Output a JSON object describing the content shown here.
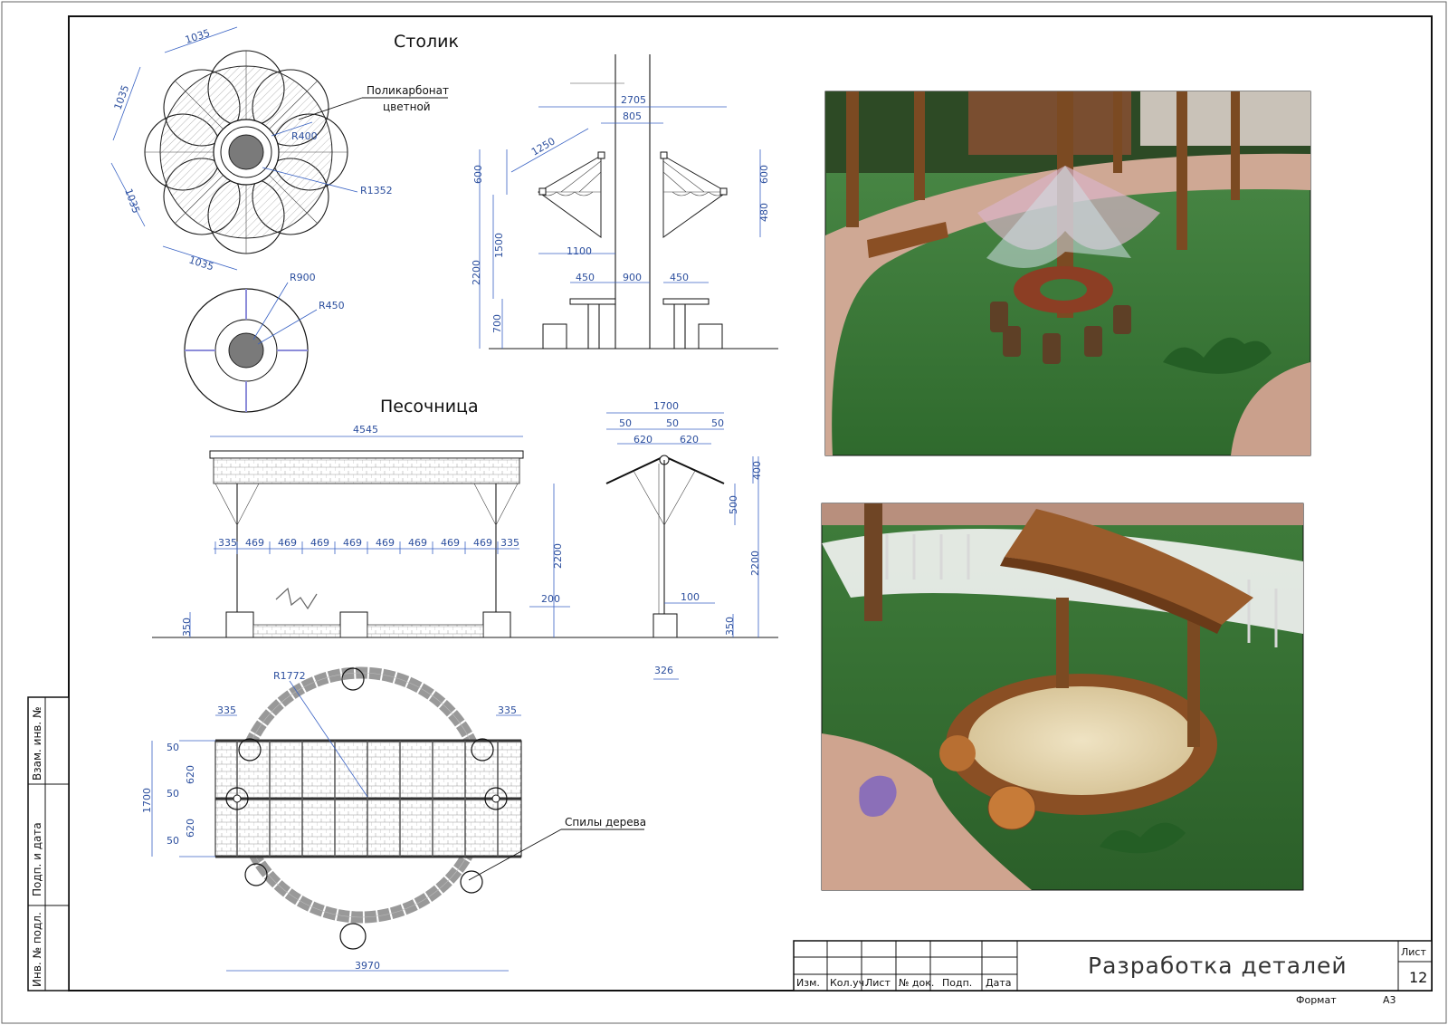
{
  "drawing": {
    "title_table": "Столик",
    "title_sandbox": "Песочница",
    "leader_polycarbonate_line1": "Поликарбонат",
    "leader_polycarbonate_line2": "цветной",
    "leader_wood": "Спилы дерева",
    "table_plan_dims": {
      "d1": "1035",
      "d2": "1035",
      "d3": "1035",
      "d4": "1035",
      "r400": "R400",
      "r1352": "R1352",
      "r900": "R900",
      "r450": "R450"
    },
    "table_elev_dims": {
      "w2705": "2705",
      "w805": "805",
      "w1250": "1250",
      "h600a": "600",
      "h600b": "600",
      "h480": "480",
      "h1500": "1500",
      "h2200": "2200",
      "h700": "700",
      "w1100": "1100",
      "w450a": "450",
      "w900": "900",
      "w450b": "450"
    },
    "sandbox_front_dims": {
      "w4545": "4545",
      "spans": [
        "335",
        "469",
        "469",
        "469",
        "469",
        "469",
        "469",
        "469",
        "469",
        "335"
      ],
      "h2200": "2200",
      "h200": "200",
      "h350": "350"
    },
    "sandbox_side_dims": {
      "w1700": "1700",
      "w50a": "50",
      "w50b": "50",
      "w50c": "50",
      "w620a": "620",
      "w620b": "620",
      "h400": "400",
      "h500": "500",
      "h2200": "2200",
      "h100": "100",
      "h350": "350",
      "w326": "326"
    },
    "sandbox_plan_dims": {
      "r1772": "R1772",
      "w335a": "335",
      "w335b": "335",
      "h1700": "1700",
      "h50a": "50",
      "h620a": "620",
      "h50b": "50",
      "h620b": "620",
      "h50c": "50",
      "w3970": "3970"
    }
  },
  "stamp": {
    "sheet_title": "Разработка деталей",
    "list_label": "Лист",
    "list_number": "12",
    "format_label": "Формат",
    "format_value": "А3",
    "columns": [
      "Изм.",
      "Кол.уч.",
      "Лист",
      "№ док.",
      "Подп.",
      "Дата"
    ]
  },
  "side_stamp": {
    "inv_podl": "Инв. № подл.",
    "podp_data": "Подп. и дата",
    "vzam_inv": "Взам. инв. №"
  },
  "renders": {
    "table_render": "3d-render-table-under-tree",
    "sandbox_render": "3d-render-sandbox-with-roof"
  },
  "colors": {
    "dim_blue": "#2c4f9e",
    "grass": "#3d7a3a",
    "wood": "#8a4f24",
    "paving": "#c9a28e"
  }
}
